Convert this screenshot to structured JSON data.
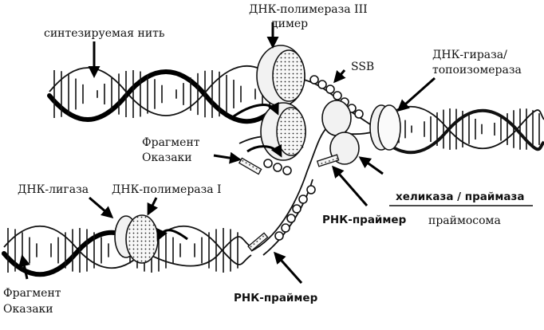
{
  "labels": {
    "synthesized_strand": "синтезируемая нить",
    "pol3_line1": "ДНК-полимераза III",
    "pol3_line2": "димер",
    "ssb": "SSB",
    "gyrase_line1": "ДНК-гираза/",
    "gyrase_line2": "топоизомераза",
    "okazaki_top_line1": "Фрагмент",
    "okazaki_top_line2": "Оказаки",
    "ligase": "ДНК-лигаза",
    "pol1": "ДНК-полимераза I",
    "helicase_primase": "хеликаза / праймаза",
    "rna_primer_mid": "РНК-праймер",
    "primosome": "праймосома",
    "okazaki_bottom_line1": "Фрагмент",
    "okazaki_bottom_line2": "Оказаки",
    "rna_primer_bottom": "РНК-праймер"
  }
}
